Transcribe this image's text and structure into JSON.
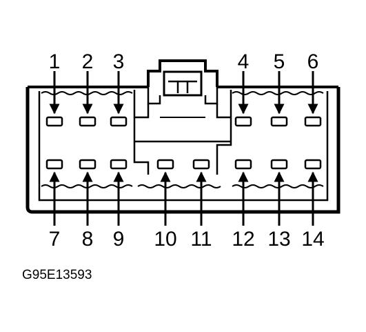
{
  "figure_code": "G95E13593",
  "colors": {
    "ink": "#000000",
    "background": "#ffffff"
  },
  "pins_top": [
    {
      "id": "pin-1",
      "label": "1"
    },
    {
      "id": "pin-2",
      "label": "2"
    },
    {
      "id": "pin-3",
      "label": "3"
    },
    {
      "id": "pin-4",
      "label": "4"
    },
    {
      "id": "pin-5",
      "label": "5"
    },
    {
      "id": "pin-6",
      "label": "6"
    }
  ],
  "pins_bottom": [
    {
      "id": "pin-7",
      "label": "7"
    },
    {
      "id": "pin-8",
      "label": "8"
    },
    {
      "id": "pin-9",
      "label": "9"
    },
    {
      "id": "pin-10",
      "label": "10"
    },
    {
      "id": "pin-11",
      "label": "11"
    },
    {
      "id": "pin-12",
      "label": "12"
    },
    {
      "id": "pin-13",
      "label": "13"
    },
    {
      "id": "pin-14",
      "label": "14"
    }
  ]
}
